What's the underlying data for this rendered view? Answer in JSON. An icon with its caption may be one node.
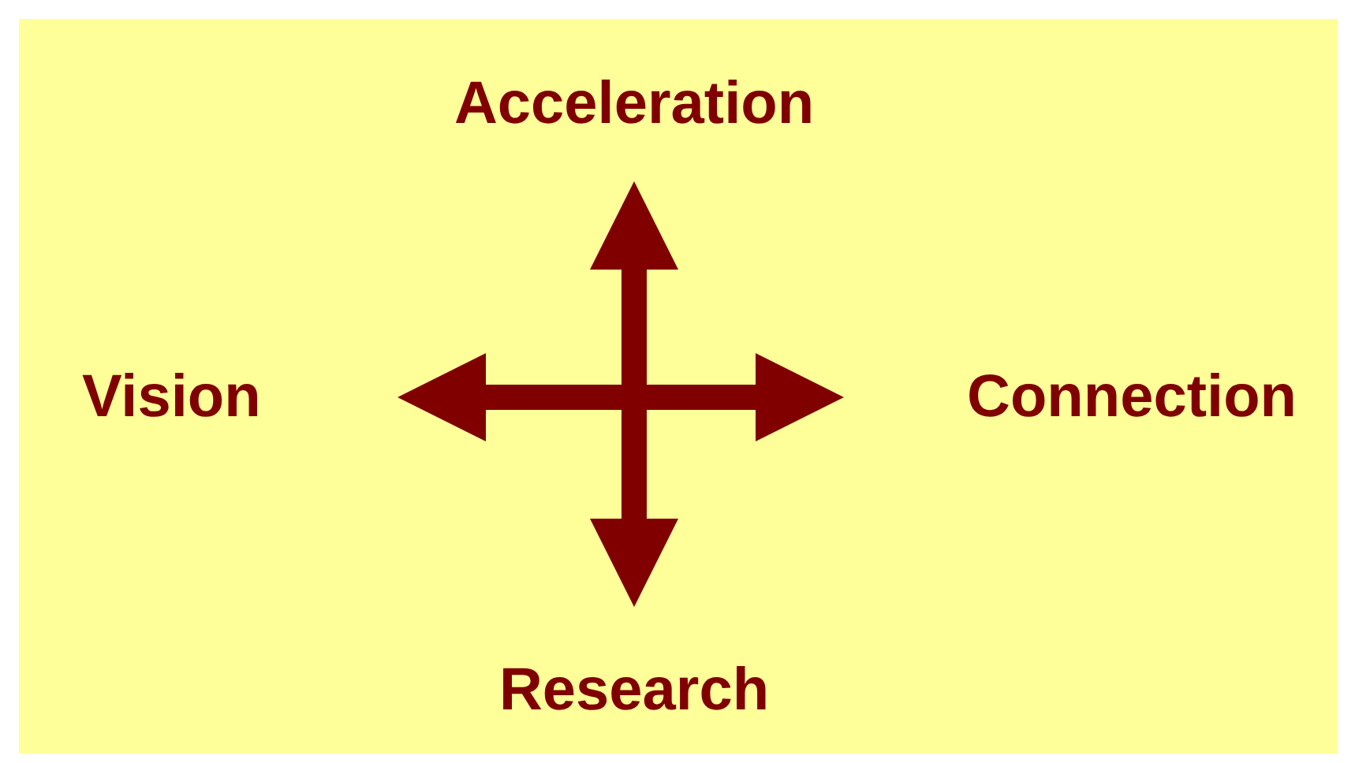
{
  "diagram": {
    "nodes": [
      {
        "text": [
          "Acceleration"
        ]
      },
      {
        "text": [
          "Vision"
        ]
      },
      {
        "text": [
          "Connection"
        ]
      },
      {
        "text": [
          "Research"
        ]
      }
    ],
    "edges": [
      {
        "from": 1,
        "to": 2,
        "arrow": "both"
      },
      {
        "from": 0,
        "to": 3,
        "arrow": "both"
      }
    ]
  }
}
